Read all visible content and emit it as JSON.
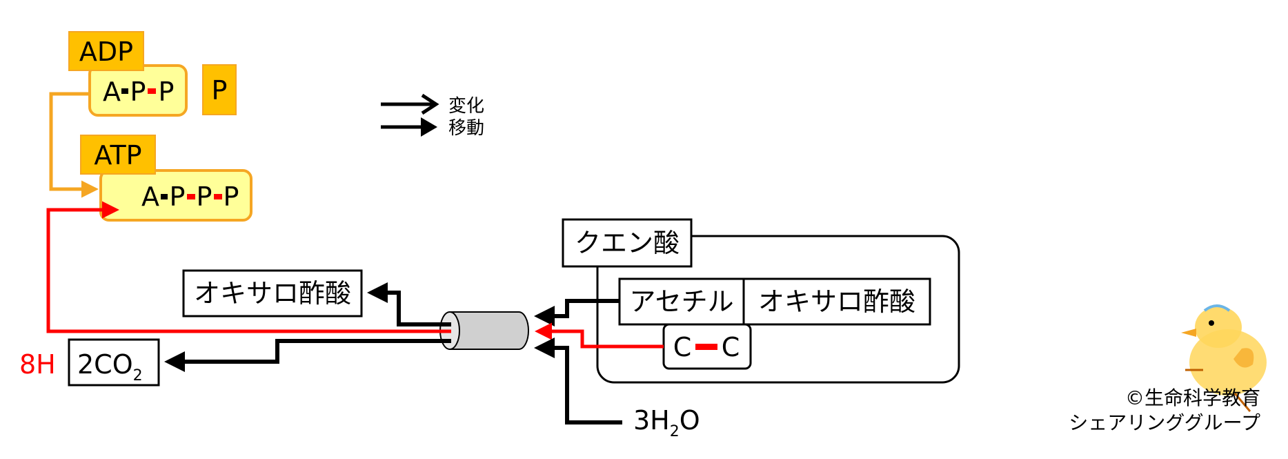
{
  "adp": {
    "label": "ADP",
    "molecule": [
      "A",
      "P",
      "P"
    ]
  },
  "free_phosphate": "P",
  "atp": {
    "label": "ATP",
    "molecule": [
      "A",
      "P",
      "P",
      "P"
    ]
  },
  "legend": {
    "change": "変化",
    "move": "移動"
  },
  "citric_acid": {
    "label": "クエン酸",
    "acetyl": "アセチル",
    "oxaloacetate": "オキサロ酢酸",
    "carbon_a": "C",
    "carbon_b": "C"
  },
  "products": {
    "oxaloacetate": "オキサロ酢酸",
    "hydrogen": "8H",
    "co2_coef": "2CO",
    "co2_sub": "2"
  },
  "water": {
    "coef": "3H",
    "sub": "2",
    "tail": "O"
  },
  "credit": {
    "line1": "©生命科学教育",
    "line2": "シェアリンググループ"
  },
  "colors": {
    "orange": "#f5a623",
    "label_fill": "#ffc000",
    "pale_yellow": "#ffff99",
    "red": "#ff0000",
    "black": "#000000",
    "gray": "#d0d0d0"
  }
}
